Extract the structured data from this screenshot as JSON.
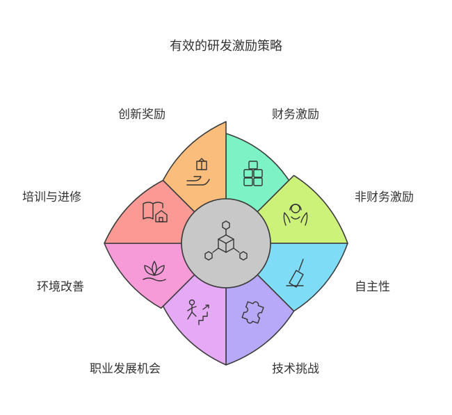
{
  "title": "有效的研发激励策略",
  "center": {
    "icon": "network-cube-icon",
    "color": "#c8c8c8"
  },
  "segments": [
    {
      "label": "财务激励",
      "color": "#7df2c4",
      "icon": "money-stack-icon"
    },
    {
      "label": "非财务激励",
      "color": "#cdf27a",
      "icon": "hands-headset-icon"
    },
    {
      "label": "自主性",
      "color": "#7fdcf7",
      "icon": "hand-pen-icon"
    },
    {
      "label": "技术挑战",
      "color": "#b7a9f7",
      "icon": "puzzle-icon"
    },
    {
      "label": "职业发展机会",
      "color": "#e5a9f5",
      "icon": "stairs-climber-icon"
    },
    {
      "label": "环境改善",
      "color": "#f79ad8",
      "icon": "lotus-icon"
    },
    {
      "label": "培训与进修",
      "color": "#fb9a94",
      "icon": "book-house-icon"
    },
    {
      "label": "创新奖励",
      "color": "#fbbd7c",
      "icon": "gift-hand-icon"
    }
  ]
}
